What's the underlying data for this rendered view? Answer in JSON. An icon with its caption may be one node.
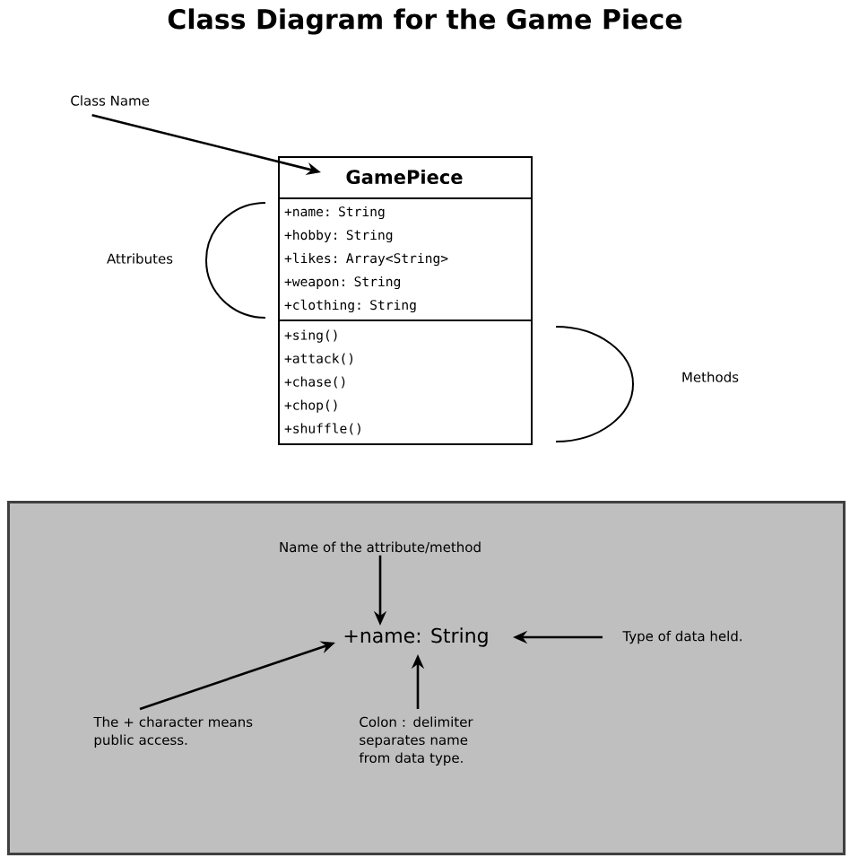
{
  "diagram": {
    "title": "Class Diagram for the Game Piece",
    "nodes": [
      {
        "text": [
          "Class Name"
        ]
      },
      {
        "text": [
          "GamePiece"
        ]
      },
      {
        "text": [
          "+name: String",
          "+hobby: String",
          "+likes: Array<String>",
          "+weapon: String",
          "+clothing: String"
        ],
        "in": 1
      },
      {
        "text": [
          "+sing()",
          "+attack()",
          "+chase()",
          "+chop()",
          "+shuffle()"
        ],
        "in": 1
      },
      {
        "text": [],
        "shape": "box"
      },
      {
        "text": [
          "Name of the attribute/method"
        ],
        "in": 4
      },
      {
        "text": [
          "+name: String"
        ],
        "in": 4
      },
      {
        "text": [
          "Type of data held."
        ],
        "in": 4
      },
      {
        "text": [
          "The + character means public access."
        ],
        "in": 4
      },
      {
        "text": [
          "Colon : delimiter separates name from data type."
        ],
        "in": 4
      }
    ],
    "edges": [
      {
        "from": 0,
        "to": 1,
        "arrow": "to"
      },
      {
        "from": 5,
        "to": 6,
        "arrow": "to"
      },
      {
        "from": 7,
        "to": 6,
        "arrow": "to"
      },
      {
        "from": 8,
        "to": 6,
        "arrow": "to"
      },
      {
        "from": 9,
        "to": 6,
        "arrow": "to"
      }
    ],
    "labels": [
      "Attributes",
      "Methods"
    ]
  }
}
